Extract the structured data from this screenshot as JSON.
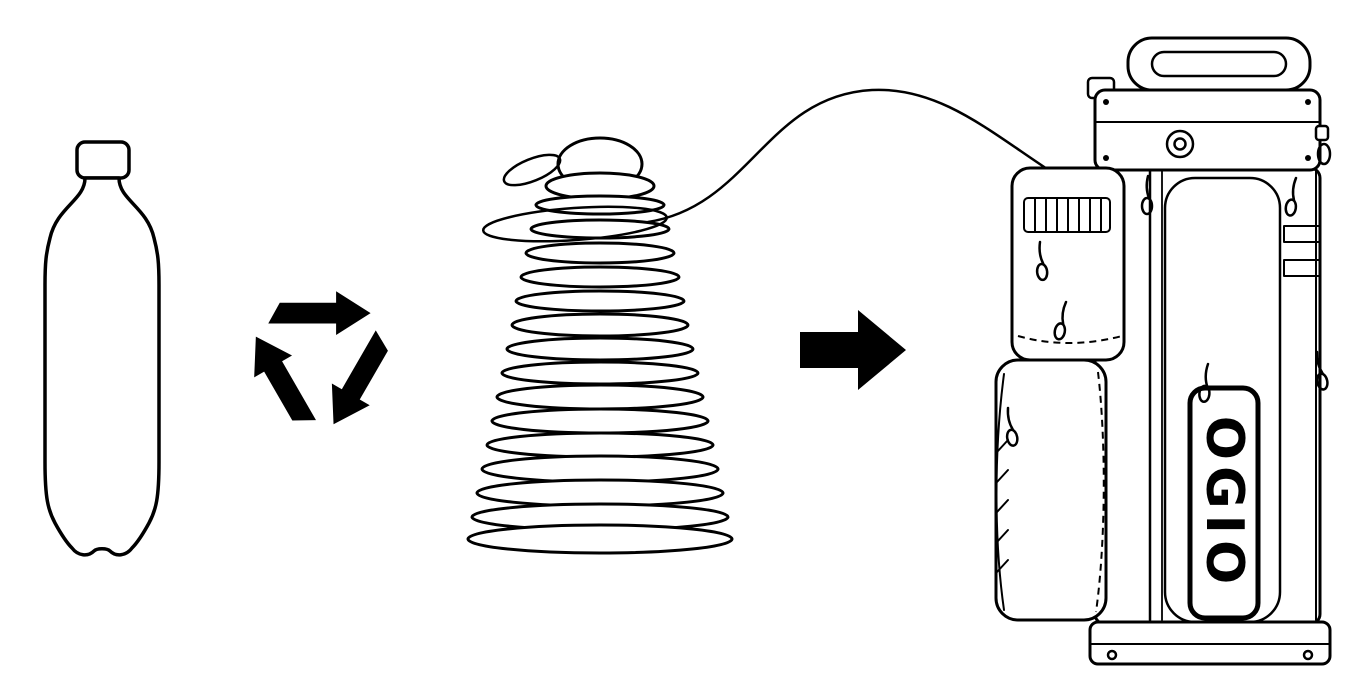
{
  "figure": {
    "type": "recycling-process-diagram",
    "background": "#ffffff",
    "ink": "#000000",
    "steps": [
      {
        "name": "plastic-bottle-icon"
      },
      {
        "name": "recycling-symbol-icon"
      },
      {
        "name": "recycled-thread-cone-icon"
      },
      {
        "name": "arrow-right-icon"
      },
      {
        "name": "golf-bag-illustration"
      }
    ],
    "golf_bag": {
      "brand": "OGIO"
    }
  }
}
